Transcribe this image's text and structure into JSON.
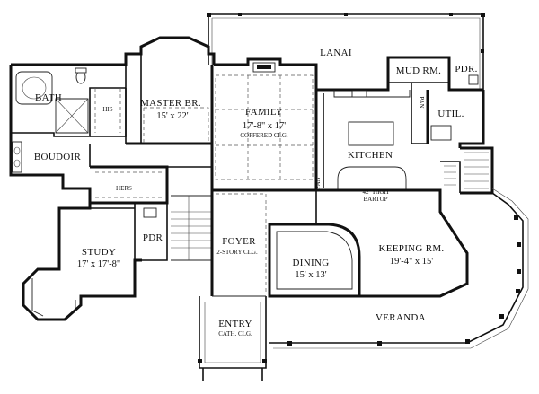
{
  "rooms": {
    "lanai": {
      "name": "LANAI"
    },
    "mud_room": {
      "name": "MUD RM."
    },
    "pdr_upper": {
      "name": "PDR."
    },
    "bath": {
      "name": "BATH"
    },
    "his": {
      "name": "HIS"
    },
    "master": {
      "name": "MASTER BR.",
      "dim": "15' x 22'"
    },
    "family": {
      "name": "FAMILY",
      "dim": "17'-8\" x 17'",
      "note": "COFFERED CLG."
    },
    "pan_upper": {
      "name": "PAN"
    },
    "util": {
      "name": "UTIL."
    },
    "kitchen": {
      "name": "KITCHEN"
    },
    "pan_lower": {
      "name": "PAN"
    },
    "bartop": {
      "line1": "42\" HIGH",
      "line2": "BARTOP"
    },
    "boudoir": {
      "name": "BOUDOIR"
    },
    "hers": {
      "name": "HERS"
    },
    "pdr_lower": {
      "name": "PDR"
    },
    "foyer": {
      "name": "FOYER",
      "note": "2-STORY CLG."
    },
    "study": {
      "name": "STUDY",
      "dim": "17' x 17'-8\""
    },
    "dining": {
      "name": "DINING",
      "dim": "15' x 13'"
    },
    "keeping": {
      "name": "KEEPING RM.",
      "dim": "19'-4\" x 15'"
    },
    "veranda": {
      "name": "VERANDA"
    },
    "entry": {
      "name": "ENTRY",
      "note": "CATH. CLG."
    }
  }
}
